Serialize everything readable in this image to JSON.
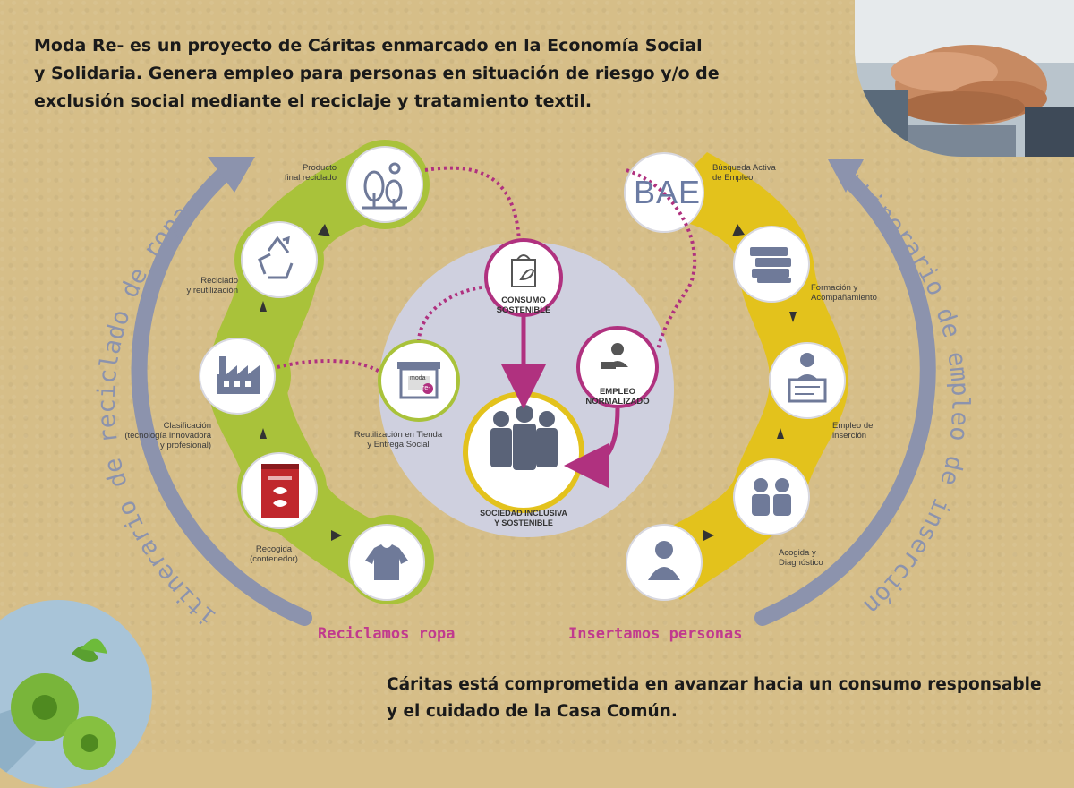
{
  "intro": {
    "line1": "Moda Re- es un proyecto de Cáritas enmarcado en la Economía Social",
    "line2": "y Solidaria. Genera empleo para personas en situación de riesgo y/o de",
    "line3": "exclusión social mediante el reciclaje y tratamiento textil."
  },
  "outro": {
    "line1": "Cáritas está comprometida en avanzar hacia un consumo responsable",
    "line2": "y el cuidado de la Casa Común."
  },
  "left_cycle": {
    "arc_label": "itinerario de reciclado de ropa",
    "footer": "Reciclamos ropa",
    "steps": [
      {
        "label": "Producto final reciclado",
        "icon": "trees-icon"
      },
      {
        "label": "Reciclado y reutilización",
        "icon": "recycle-icon"
      },
      {
        "label": "Clasificación (tecnología innovadora y profesional)",
        "icon": "factory-icon"
      },
      {
        "label": "Recogida (contenedor)",
        "icon": "container-icon"
      },
      {
        "label": "",
        "icon": "shirt-icon"
      }
    ],
    "step_labels": {
      "producto_l1": "Producto",
      "producto_l2": "final reciclado",
      "reciclado_l1": "Reciclado",
      "reciclado_l2": "y reutilización",
      "clasif_l1": "Clasificación",
      "clasif_l2": "(tecnología innovadora",
      "clasif_l3": "y profesional)",
      "recogida_l1": "Recogida",
      "recogida_l2": "(contenedor)"
    }
  },
  "right_cycle": {
    "arc_label": "itinerario de empleo de inserción",
    "footer": "Insertamos personas",
    "bae": "BAE",
    "step_labels": {
      "busqueda_l1": "Búsqueda Activa",
      "busqueda_l2": "de Empleo",
      "formacion_l1": "Formación y",
      "formacion_l2": "Acompañamiento",
      "empleo_l1": "Empleo de",
      "empleo_l2": "inserción",
      "acogida_l1": "Acogida y",
      "acogida_l2": "Diagnóstico"
    }
  },
  "center": {
    "consumo_l1": "CONSUMO",
    "consumo_l2": "SOSTENIBLE",
    "empleo_l1": "EMPLEO",
    "empleo_l2": "NORMALIZADO",
    "sociedad_l1": "SOCIEDAD INCLUSIVA",
    "sociedad_l2": "Y SOSTENIBLE",
    "tienda_l1": "Reutilización en Tienda",
    "tienda_l2": "y Entrega Social",
    "store_text": "moda",
    "store_logo": "re-"
  },
  "colors": {
    "background": "#d6be88",
    "left_ring": "#a9c23a",
    "right_ring": "#e3c21c",
    "accent_magenta": "#b0317f",
    "arc_gray": "#8c93ad",
    "icon_gray": "#6f7a99",
    "center_disc": "#cfd0df"
  }
}
